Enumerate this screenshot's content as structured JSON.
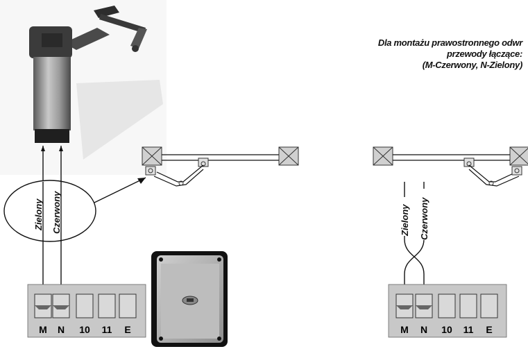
{
  "caption": {
    "line1": "Dla montażu prawostronnego odwr",
    "line2": "przewody łączące:",
    "line3": "(M-Czerwony, N-Zielony)"
  },
  "left_wires": {
    "green": "Zielony",
    "red": "Czerwony"
  },
  "right_wires": {
    "green": "Zielony",
    "red": "Czerwony"
  },
  "terminals_left": [
    "M",
    "N",
    "10",
    "11",
    "E"
  ],
  "terminals_right": [
    "M",
    "N",
    "10",
    "11",
    "E"
  ],
  "colors": {
    "line": "#111111",
    "terminal_fill": "#d9d9d9",
    "block_fill": "#c8c8c8"
  }
}
